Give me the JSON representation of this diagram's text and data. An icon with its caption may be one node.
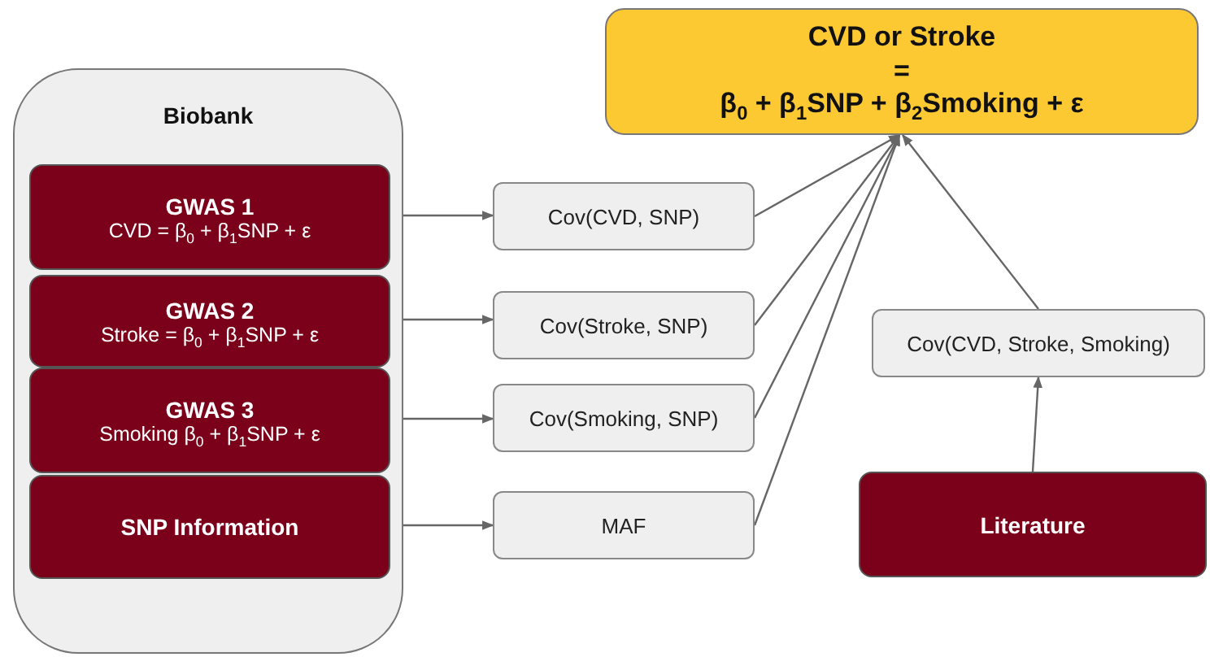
{
  "diagram": {
    "nodes": [
      {
        "text": [
          "CVD or Stroke",
          "=",
          "β$_{0}$ + β$_{1}$SNP + β$_{2}$Smoking + ε"
        ]
      },
      {
        "text": [
          "Biobank"
        ]
      },
      {
        "text": [
          "GWAS 1",
          "CVD = β$_{0}$ + β$_{1}$SNP + ε"
        ],
        "in": 1
      },
      {
        "text": [
          "GWAS 2",
          "Stroke = β$_{0}$ + β$_{1}$SNP + ε"
        ],
        "in": 1
      },
      {
        "text": [
          "GWAS 3",
          "Smoking β$_{0}$ + β$_{1}$SNP + ε"
        ],
        "in": 1
      },
      {
        "text": [
          "SNP Information"
        ],
        "in": 1
      },
      {
        "text": [
          "Cov(CVD, SNP)"
        ]
      },
      {
        "text": [
          "Cov(Stroke, SNP)"
        ]
      },
      {
        "text": [
          "Cov(Smoking, SNP)"
        ]
      },
      {
        "text": [
          "MAF"
        ]
      },
      {
        "text": [
          "Cov(CVD, Stroke, Smoking)"
        ]
      },
      {
        "text": [
          "Literature"
        ]
      }
    ],
    "edges": [
      {
        "from": 2,
        "to": 6,
        "arrow": "to"
      },
      {
        "from": 3,
        "to": 7,
        "arrow": "to"
      },
      {
        "from": 4,
        "to": 8,
        "arrow": "to"
      },
      {
        "from": 5,
        "to": 9,
        "arrow": "to"
      },
      {
        "from": 6,
        "to": 0,
        "arrow": "to"
      },
      {
        "from": 7,
        "to": 0,
        "arrow": "to"
      },
      {
        "from": 8,
        "to": 0,
        "arrow": "to"
      },
      {
        "from": 9,
        "to": 0,
        "arrow": "to"
      },
      {
        "from": 10,
        "to": 0,
        "arrow": "to"
      },
      {
        "from": 11,
        "to": 10,
        "arrow": "to"
      }
    ]
  }
}
